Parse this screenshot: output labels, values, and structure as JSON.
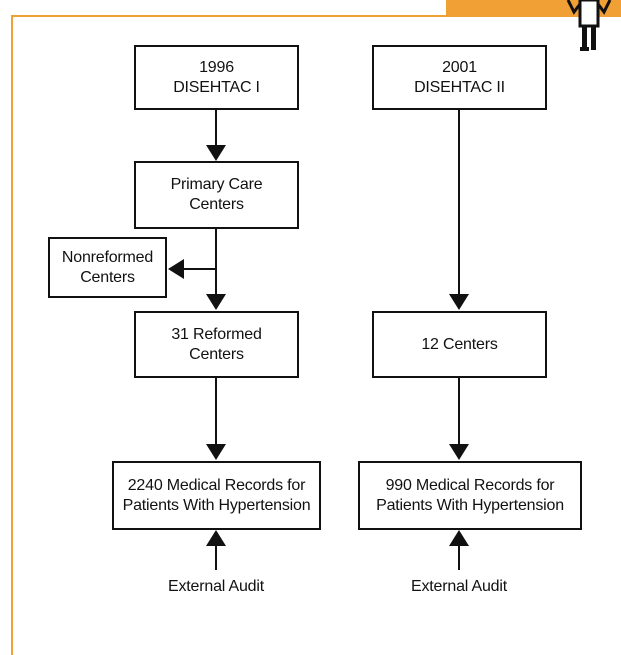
{
  "diagram": {
    "left_branch": {
      "start": "1996\nDISEHTAC I",
      "step1": "Primary Care\nCenters",
      "side": "Nonreformed\nCenters",
      "step2": "31 Reformed\nCenters",
      "result": "2240 Medical Records for\nPatients With Hypertension",
      "audit": "External Audit"
    },
    "right_branch": {
      "start": "2001\nDISEHTAC II",
      "step1": "12 Centers",
      "result": "990 Medical Records for\nPatients With Hypertension",
      "audit": "External Audit"
    }
  },
  "colors": {
    "accent": "#f0a035",
    "line": "#111111"
  },
  "decoration": {
    "corner_figure": "person-figure-icon"
  }
}
